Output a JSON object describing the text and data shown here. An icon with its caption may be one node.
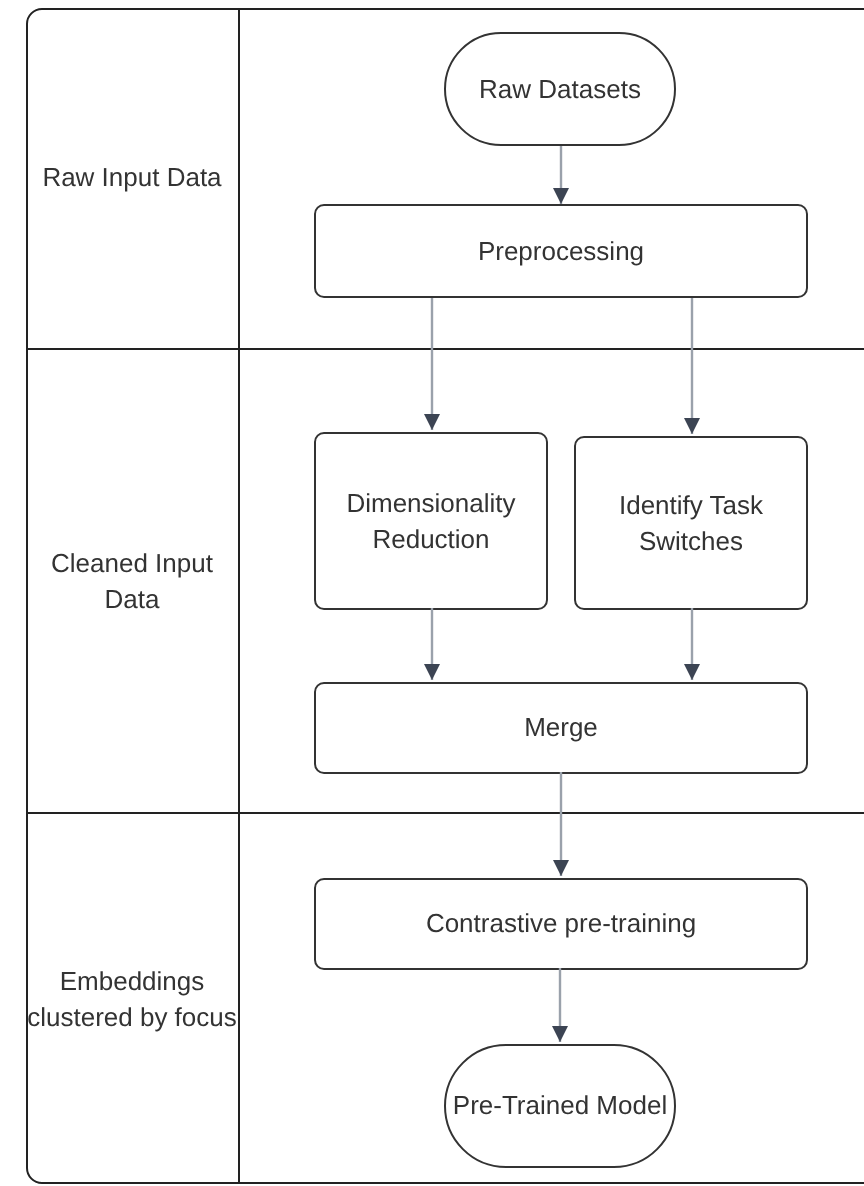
{
  "diagram": {
    "nodes": [
      {
        "text": [
          "Raw Input Data"
        ]
      },
      {
        "text": [
          "Cleaned Input Data"
        ]
      },
      {
        "text": [
          "Embeddings clustered by focus"
        ]
      },
      {
        "text": [
          "Raw Datasets"
        ],
        "in": 0
      },
      {
        "text": [
          "Preprocessing"
        ],
        "in": 0
      },
      {
        "text": [
          "Dimensionality Reduction"
        ],
        "in": 1
      },
      {
        "text": [
          "Identify Task Switches"
        ],
        "in": 1
      },
      {
        "text": [
          "Merge"
        ],
        "in": 1
      },
      {
        "text": [
          "Contrastive pre-training"
        ],
        "in": 2
      },
      {
        "text": [
          "Pre-Trained Model"
        ],
        "in": 2
      }
    ],
    "edges": [
      {
        "from": 3,
        "to": 4,
        "arrow": "to"
      },
      {
        "from": 4,
        "to": 5,
        "arrow": "to"
      },
      {
        "from": 4,
        "to": 6,
        "arrow": "to"
      },
      {
        "from": 5,
        "to": 7,
        "arrow": "to"
      },
      {
        "from": 6,
        "to": 7,
        "arrow": "to"
      },
      {
        "from": 7,
        "to": 8,
        "arrow": "to"
      },
      {
        "from": 8,
        "to": 9,
        "arrow": "to"
      }
    ]
  }
}
